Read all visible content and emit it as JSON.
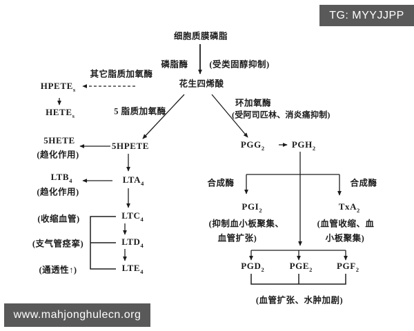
{
  "badges": {
    "tg": "TG: MYYJJPP",
    "site": "www.mahjonghulecn.org"
  },
  "colors": {
    "badge_background": "#595959",
    "badge_text": "#ffffff",
    "line_color": "#1c1c1c",
    "canvas": "#ffffff"
  },
  "diagram": {
    "top": {
      "membrane": "细胞质膜磷脂",
      "phospholipase": "磷脂酶",
      "steroid": "(受类固醇抑制)",
      "aa": "花生四烯酸"
    },
    "left": {
      "other_lox": "其它脂质加氧酶",
      "hpetes": {
        "base": "HPETE",
        "sub": "s"
      },
      "hetes": {
        "base": "HETE",
        "sub": "s"
      },
      "five_lox": "5 脂质加氧酶",
      "fivehete": "5HETE",
      "chemotaxis1": "(趋化作用)",
      "fivehpete": "5HPETE",
      "ltb4": {
        "base": "LTB",
        "sub": "4"
      },
      "chemotaxis2": "(趋化作用)",
      "lta4": {
        "base": "LTA",
        "sub": "4"
      },
      "vasoconstriction": "(收缩血管)",
      "ltc4": {
        "base": "LTC",
        "sub": "4"
      },
      "bronchospasm": "(支气管痉挛)",
      "ltd4": {
        "base": "LTD",
        "sub": "4"
      },
      "permeability": "(通透性↑)",
      "lte4": {
        "base": "LTE",
        "sub": "4"
      }
    },
    "right": {
      "cox": "环加氧酶",
      "aspirin": "(受阿司匹林、消炎痛抑制)",
      "pgg2": {
        "base": "PGG",
        "sub": "2"
      },
      "pgh2": {
        "base": "PGH",
        "sub": "2"
      },
      "synthase_left": "合成酶",
      "synthase_right": "合成酶",
      "pgi2": {
        "base": "PGI",
        "sub": "2"
      },
      "pgi2_effect1": "(抑制血小板聚集、",
      "pgi2_effect2": "血管扩张)",
      "txa2": {
        "base": "TxA",
        "sub": "2"
      },
      "txa2_effect1": "(血管收缩、血",
      "txa2_effect2": "小板聚集)",
      "pgd2": {
        "base": "PGD",
        "sub": "2"
      },
      "pge2": {
        "base": "PGE",
        "sub": "2"
      },
      "pgf2": {
        "base": "PGF",
        "sub": "2"
      },
      "bottom_effect": "(血管扩张、水肿加剧)"
    }
  }
}
